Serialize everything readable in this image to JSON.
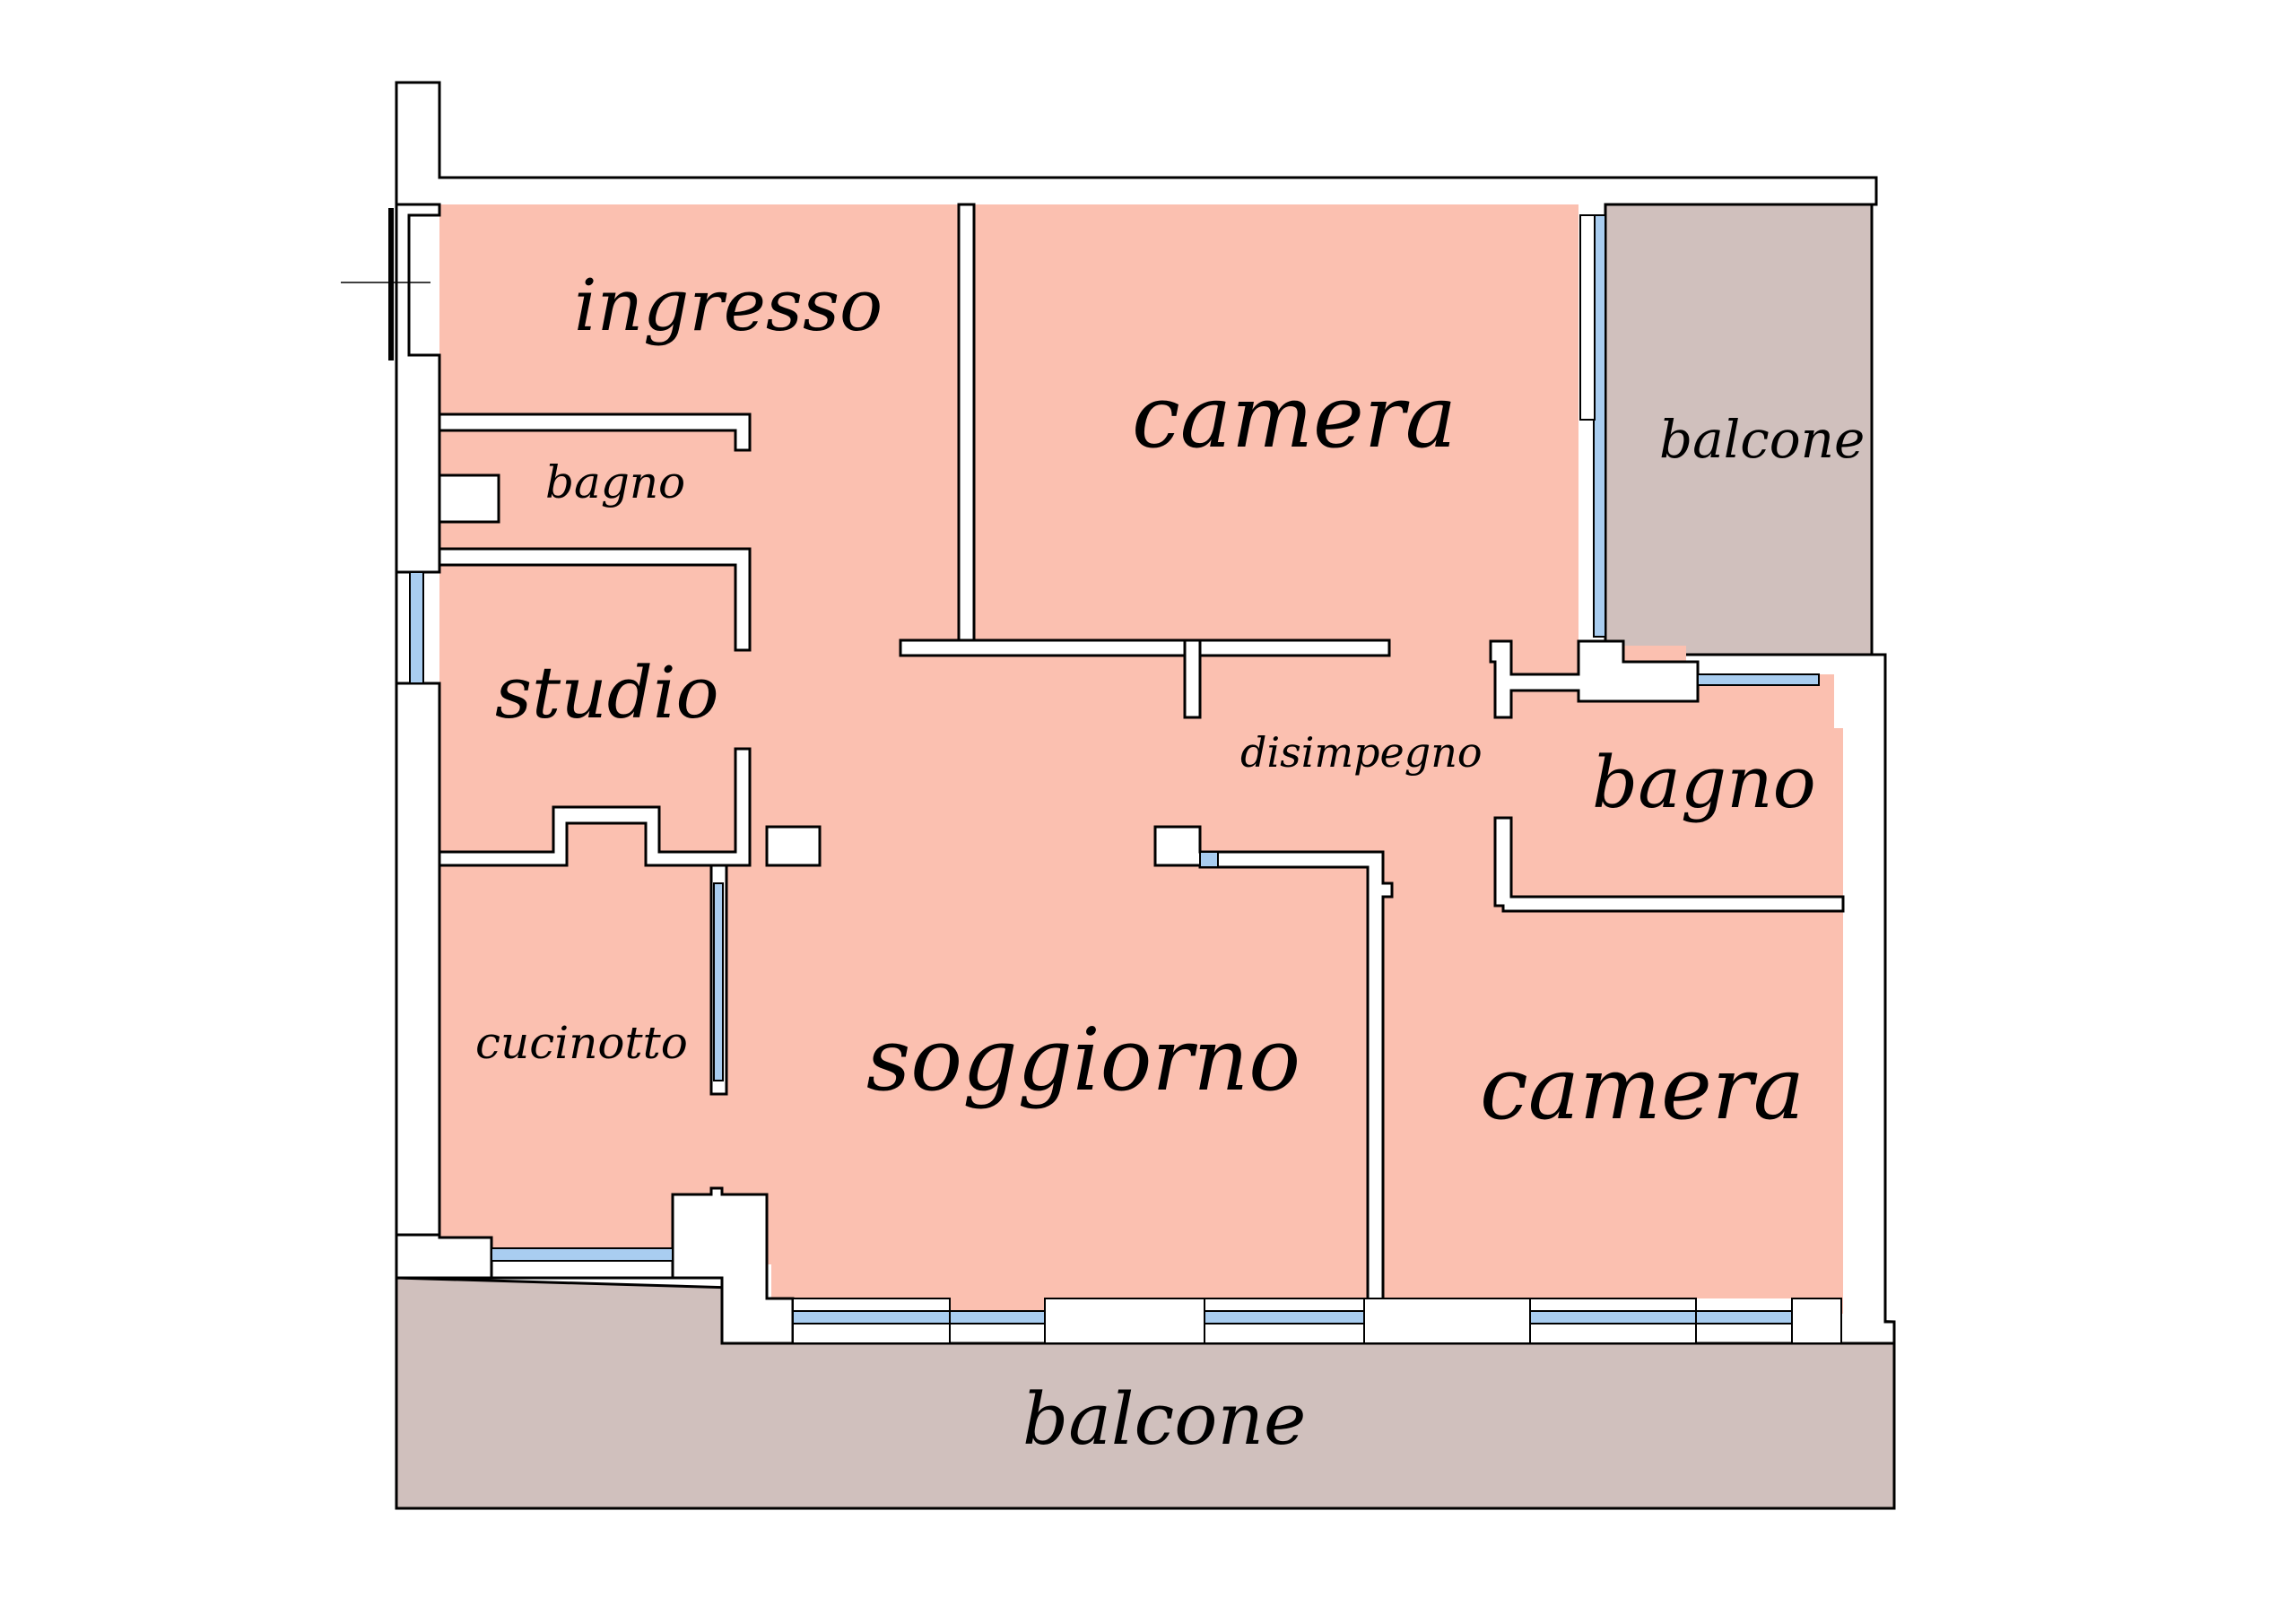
{
  "colors": {
    "room_fill": "#fbc0b0",
    "balcony_fill": "#d0c0bd",
    "wall_fill": "#ffffff",
    "wall_stroke": "#000000",
    "glass": "#a9cdf0"
  },
  "rooms": {
    "ingresso": "ingresso",
    "bagno_top": "bagno",
    "studio": "studio",
    "cucinotto": "cucinotto",
    "soggiorno": "soggiorno",
    "camera_top": "camera",
    "camera_bottom": "camera",
    "disimpegno": "disimpegno",
    "bagno_right": "bagno",
    "balcone_top": "balcone",
    "balcone_bottom": "balcone"
  }
}
